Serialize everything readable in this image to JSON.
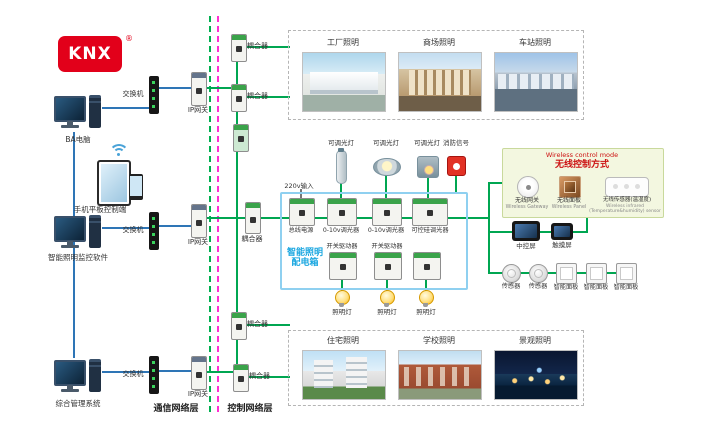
{
  "logo": {
    "text": "KNX",
    "reg": "®"
  },
  "bottom_labels": {
    "comm": "通信网络层",
    "ctrl": "控制网络层"
  },
  "left_column": {
    "pc1": "BA电脑",
    "mobile": "手机平板控制端",
    "pc2": "智能照明监控软件",
    "pc3": "综合管理系统"
  },
  "network": {
    "switch": "交换机",
    "ip_gateway": "IP网关",
    "coupler": "耦合器"
  },
  "scenes_top": [
    {
      "label": "工厂照明"
    },
    {
      "label": "商场照明"
    },
    {
      "label": "车站照明"
    }
  ],
  "scenes_bottom": [
    {
      "label": "住宅照明"
    },
    {
      "label": "学校照明"
    },
    {
      "label": "景观照明"
    }
  ],
  "cabinet": {
    "title1": "智能照明",
    "title2": "配电箱",
    "mains": "220v输入",
    "dimmable_lamp": "可调光灯",
    "fire_signal": "消防信号",
    "row1": [
      {
        "label": "总线电源"
      },
      {
        "label": "0-10v调光器"
      },
      {
        "label": "0-10v调光器"
      },
      {
        "label": "可控硅调光器"
      }
    ],
    "row2": [
      {
        "label": "开关驱动器"
      },
      {
        "label": "开关驱动器"
      }
    ],
    "lamp": "照明灯"
  },
  "wireless": {
    "title_en": "Wireless control mode",
    "title_zh": "无线控制方式",
    "items": [
      {
        "zh": "无线网关",
        "en": "Wireless Gateway"
      },
      {
        "zh": "无线面板",
        "en": "Wireless Panel"
      },
      {
        "zh": "无线传感器(温湿度)",
        "en": "Wireless infrared (Temperature&humidity) sensor"
      }
    ]
  },
  "right_devices": {
    "screen1": "中控屏",
    "screen2": "触摸屏",
    "sensor": "传感器",
    "panel": "智能面板"
  },
  "colors": {
    "knx_red": "#e2001a",
    "bus_green": "#00a651",
    "lan_blue": "#2e75b6",
    "dash_green": "#00b050",
    "dash_magenta": "#ff2fd2",
    "cabinet_blue": "#1ba7e0"
  }
}
